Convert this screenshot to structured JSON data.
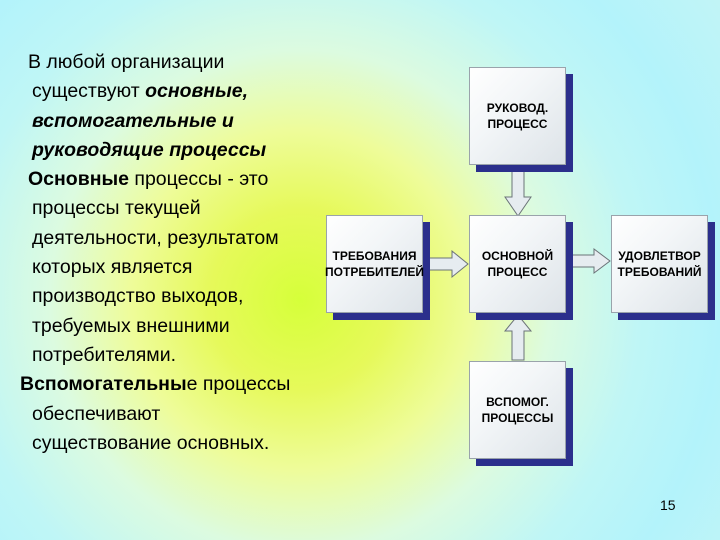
{
  "text": {
    "p1": {
      "l1": "В любой организации",
      "l2a": "существуют ",
      "l2b": "основные,",
      "l3": "вспомогательные и",
      "l4": "руководящие процессы"
    },
    "p2": {
      "l1a": "Основные",
      "l1b": " процессы - это",
      "l2": "процессы текущей",
      "l3": "деятельности, результатом",
      "l4": "которых является",
      "l5": "производство выходов,",
      "l6": "требуемых внешними",
      "l7": "потребителями."
    },
    "p3": {
      "l1a": "Вспомогательны",
      "l1b": "е процессы",
      "l2": "обеспечивают",
      "l3": "существование основных."
    }
  },
  "diagram": {
    "management": [
      "РУКОВОД.",
      "ПРОЦЕСС"
    ],
    "core": [
      "ОСНОВНОЙ",
      "ПРОЦЕСС"
    ],
    "requirements": [
      "ТРЕБОВАНИЯ",
      "ПОТРЕБИТЕЛЕЙ"
    ],
    "satisfaction": [
      "УДОВЛЕТВОР",
      "ТРЕБОВАНИЙ"
    ],
    "support": [
      "ВСПОМОГ.",
      "ПРОЦЕССЫ"
    ]
  },
  "colors": {
    "box_shadow": "#2b2f8c",
    "arrow_fill": "#e6ecf0",
    "arrow_stroke": "#6b7378"
  },
  "page_number": "15"
}
